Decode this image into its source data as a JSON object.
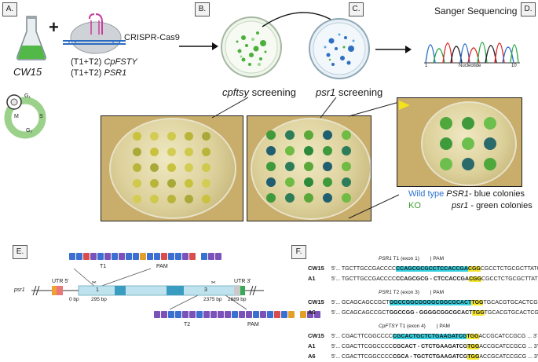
{
  "panels": {
    "A": "A.",
    "B": "B.",
    "C": "C.",
    "D": "D.",
    "E": "E.",
    "F": "F."
  },
  "panelA": {
    "strain": "CW15",
    "plus": "+",
    "cas": "CRISPR-Cas9",
    "target1_prefix": "(T1+T2) ",
    "target1_gene": "CpFSTY",
    "target2_prefix": "(T1+T2) ",
    "target2_gene": "PSR1",
    "cycle": {
      "g1": "G₁",
      "s": "S",
      "g2": "G₂",
      "m": "M"
    }
  },
  "panelB": {
    "caption_gene": "cpftsy",
    "caption_rest": " screening"
  },
  "panelC": {
    "caption_gene": "psr1",
    "caption_rest": " screening"
  },
  "panelD": {
    "title": "Sanger Sequencing",
    "x_start": "1",
    "x_label": "Nucleotide",
    "x_end": "10"
  },
  "legend": {
    "wt_label": "Wild type ",
    "wt_gene": "PSR1",
    "wt_rest": "- blue colonies",
    "ko_label": "KO",
    "ko_gene": "psr1",
    "ko_rest": " - green colonies"
  },
  "colors": {
    "blue": "#2e6fd0",
    "green": "#3d9a2a",
    "cyan_hl": "#35d0e0",
    "yellow_hl": "#f2e530"
  },
  "panelE": {
    "gene": "psr1",
    "utr5": "UTR 5'",
    "utr3": "UTR 3'",
    "pos0": "0 bp",
    "pos295": "295 bp",
    "pos2375": "2375 bp",
    "pos2889": "2889 bp",
    "exon1": "1",
    "exon3": "3",
    "t1": "T1",
    "t2": "T2",
    "pam": "PAM"
  },
  "panelF": {
    "blocks": [
      {
        "header_gene": "PSR1",
        "header_rest": " T1 (exon 1)",
        "pam": "| PAM",
        "rows": [
          {
            "name": "CW15",
            "pre": "5'... TGCTTGCCGACCCC",
            "target": "CCAGCGCGCCTCCACCGA",
            "pam": "CGG",
            "post": "CGCCTCTGCGCTTATG ... 3'"
          },
          {
            "name": "A1",
            "pre": "5'... TGCTTGCCGACCCC",
            "target": "CCAGCGCG - CTCCACCGA",
            "pam": "CGG",
            "post": "CGCCTCTGCGCTTATG ... 3'"
          }
        ]
      },
      {
        "header_gene": "PSR1",
        "header_rest": " T2 (exon 3)",
        "pam": "| PAM",
        "rows": [
          {
            "name": "CW15",
            "pre": "5'... GCAGCAGCCGCT",
            "target": "GGCCGGCGGGGCGGCGCACT",
            "pam": "TGG",
            "post": "TGCACGTGCACTCGC ... 3'"
          },
          {
            "name": "A6",
            "pre": "5'... GCAGCAGCCGCT",
            "target": "GGCCGG - GGGGCGGCGCACT",
            "pam": "TGG",
            "post": "TGCACGTGCACTCGC ... 3'"
          }
        ]
      },
      {
        "header_gene": "CpFTSY",
        "header_rest": " T1 (exon 4)",
        "pam": "| PAM",
        "rows": [
          {
            "name": "CW15",
            "pre": "5'... CGACTTCGGCCCC",
            "target": "CGCACTGCTCTGAAGATCG",
            "pam": "TGG",
            "post": "ACCGCATCCGCG ... 3'"
          },
          {
            "name": "A1",
            "pre": "5'... CGACTTCGGCCCC",
            "target": "CGCACT - CTCTGAAGATCG",
            "pam": "TGG",
            "post": "ACCGCATCCGCG ... 3'"
          },
          {
            "name": "A6",
            "pre": "5'... CGACTTCGGCCCC",
            "target": "CGCA - TGCTCTGAAGATCG",
            "pam": "TGG",
            "post": "ACCGCATCCGCG ... 3'"
          }
        ]
      }
    ]
  }
}
